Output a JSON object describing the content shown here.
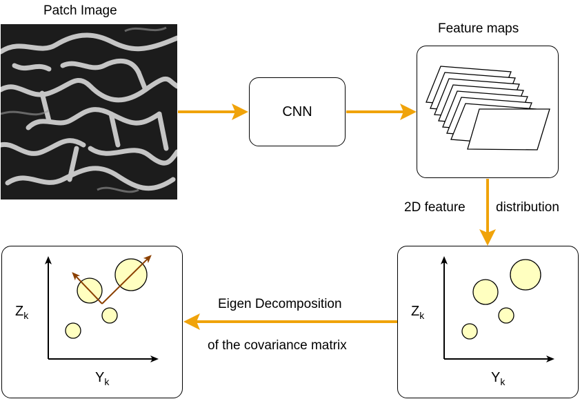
{
  "patch": {
    "label": "Patch Image"
  },
  "cnn": {
    "label": "CNN"
  },
  "features": {
    "label": "Feature maps"
  },
  "edge_2d": {
    "label_left": "2D feature",
    "label_right": "distribution"
  },
  "edge_eigen": {
    "line1": "Eigen Decomposition",
    "line2": "of the covariance matrix"
  },
  "plot_right": {
    "z_axis": "Z",
    "z_sub": "k",
    "y_axis": "Y",
    "y_sub": "k"
  },
  "plot_left": {
    "z_axis": "Z",
    "z_sub": "k",
    "y_axis": "Y",
    "y_sub": "k"
  },
  "colors": {
    "arrow": "#f0a30a",
    "bubble_fill": "#ffffc0",
    "eigen_vector": "#8b4000"
  }
}
